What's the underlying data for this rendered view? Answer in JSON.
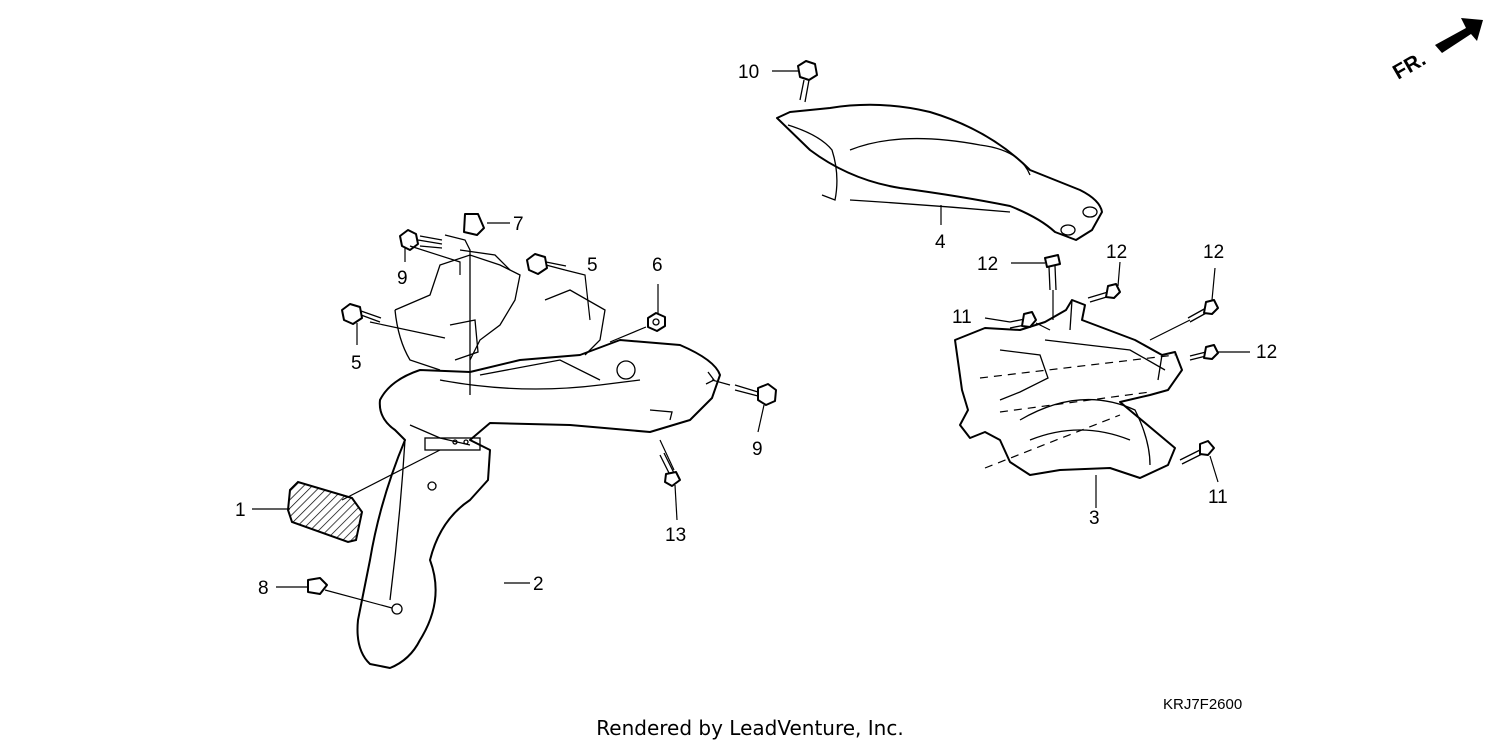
{
  "direction_indicator": {
    "label": "FR."
  },
  "diagram_code": "KRJ7F2600",
  "footer_credit": "Rendered by LeadVenture, Inc.",
  "callouts": {
    "c1": "1",
    "c2": "2",
    "c3": "3",
    "c4": "4",
    "c5a": "5",
    "c5b": "5",
    "c6": "6",
    "c7": "7",
    "c8": "8",
    "c9a": "9",
    "c9b": "9",
    "c10": "10",
    "c11a": "11",
    "c11b": "11",
    "c12a": "12",
    "c12b": "12",
    "c12c": "12",
    "c12d": "12",
    "c13": "13"
  }
}
